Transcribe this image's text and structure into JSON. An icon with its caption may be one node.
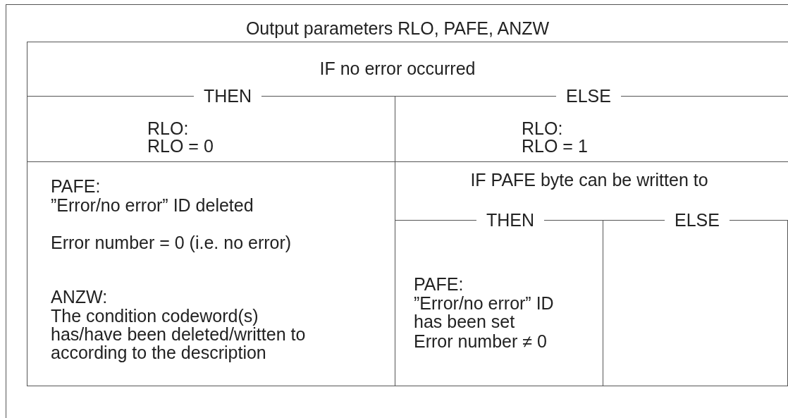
{
  "diagram": {
    "nodes": [
      {
        "text": [
          "Output parameters RLO, PAFE, ANZW"
        ]
      },
      {
        "text": [
          "IF no error occurred",
          "THEN",
          "ELSE"
        ],
        "in": 0
      },
      {
        "text": [
          "RLO:",
          "RLO = 0"
        ],
        "in": 0
      },
      {
        "text": [
          "RLO:",
          "RLO = 1"
        ],
        "in": 0
      },
      {
        "text": [
          "PAFE:",
          "”Error/no error” ID deleted",
          "Error number = 0 (i.e. no error)",
          "ANZW:",
          "The condition codeword(s) has/have been deleted/written to according to the description"
        ],
        "in": 0
      },
      {
        "text": [
          "IF PAFE byte can be written to",
          "THEN",
          "ELSE"
        ],
        "in": 0
      },
      {
        "text": [
          "PAFE:",
          "”Error/no error” ID has been set",
          "Error number ≠ 0"
        ],
        "in": 0
      },
      {
        "text": [],
        "shape": "box",
        "in": 0
      }
    ],
    "edges": []
  }
}
